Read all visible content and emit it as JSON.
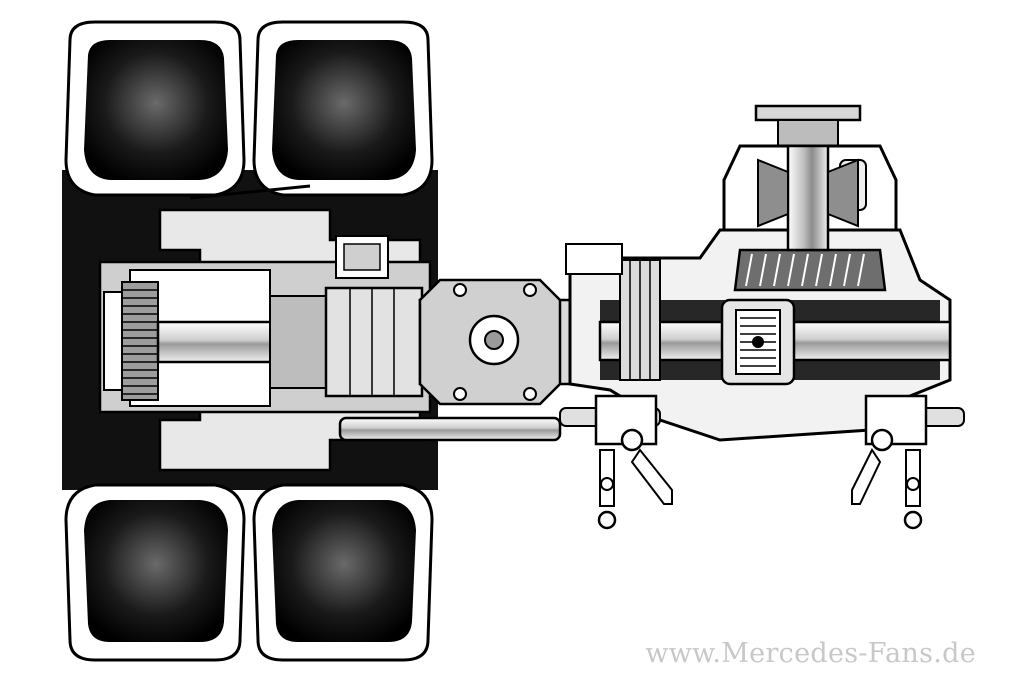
{
  "watermark": {
    "text": "www.Mercedes-Fans.de"
  },
  "colors": {
    "background": "#ffffff",
    "ink": "#000000",
    "dark_fill": "#111111",
    "mid_gray": "#8a8a8a",
    "light_gray": "#d6d6d6",
    "watermark": "#c8c8c8"
  },
  "drawing": {
    "subject": "axle-cutaway",
    "components": [
      "twin-tires",
      "wheel-hub",
      "planetary-gear",
      "axle-tube",
      "differential-housing",
      "pinion-drive-flange",
      "ring-gear",
      "differential-gears",
      "suspension-brackets"
    ]
  }
}
